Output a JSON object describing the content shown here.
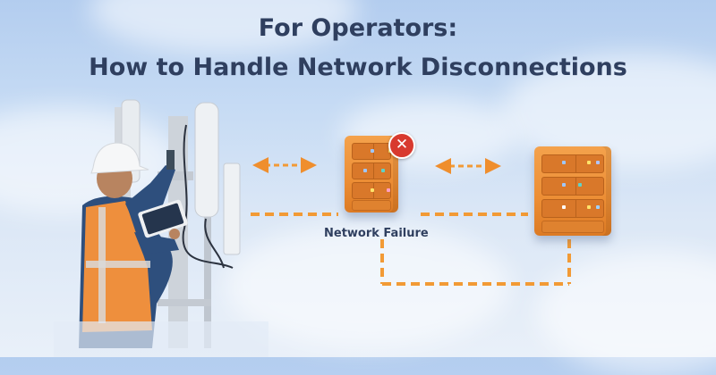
{
  "title": {
    "line1": "For Operators:",
    "line2": "How to Handle Network Disconnections"
  },
  "diagram": {
    "failed_node_label": "Network Failure",
    "error_badge_symbol": "✕",
    "colors": {
      "accent_orange": "#f0922f",
      "connector_orange": "#f29a35",
      "error_red": "#d83a2f",
      "title_navy": "#2f3f5f",
      "sky_blue": "#b3cdef"
    }
  },
  "illustration": {
    "subject": "technician-with-tablet-at-cell-tower"
  }
}
